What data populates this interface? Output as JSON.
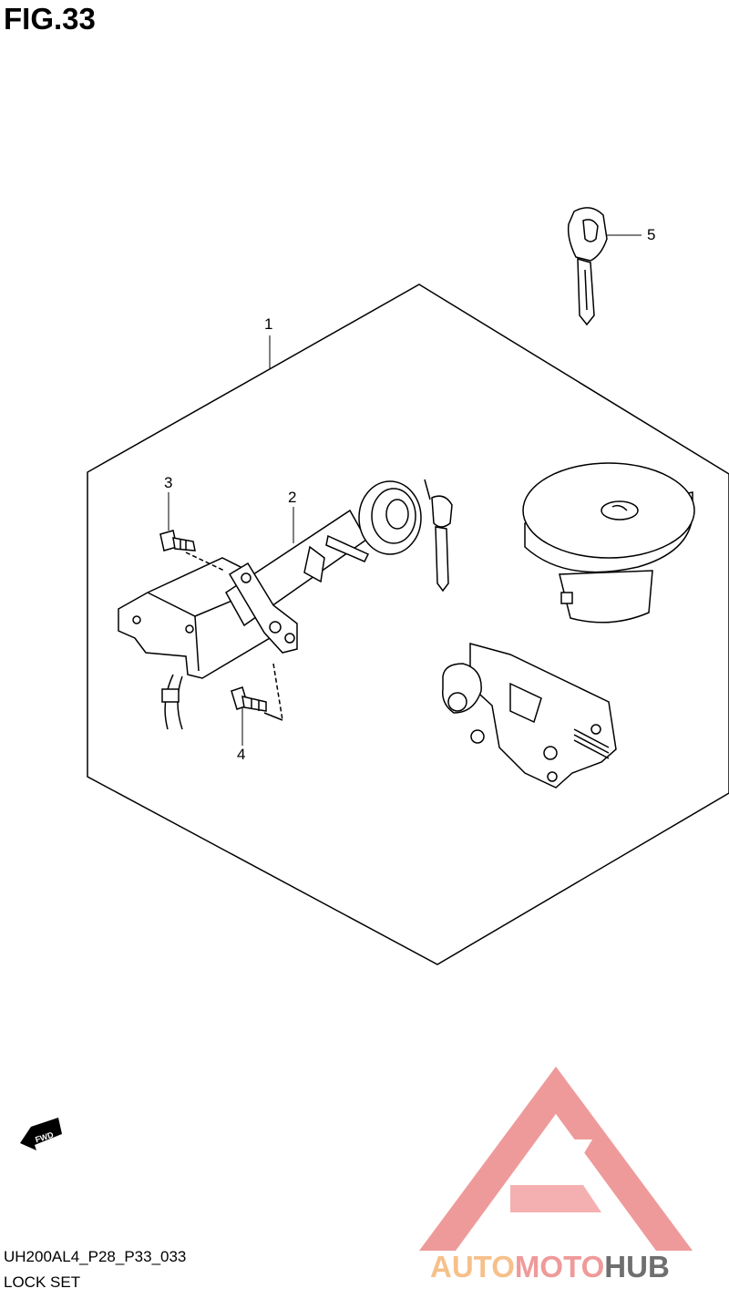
{
  "figure": {
    "title": "FIG.33",
    "code": "UH200AL4_P28_P33_033",
    "caption": "LOCK SET"
  },
  "callouts": [
    {
      "id": "callout-1",
      "label": "1"
    },
    {
      "id": "callout-2",
      "label": "2"
    },
    {
      "id": "callout-3",
      "label": "3"
    },
    {
      "id": "callout-4",
      "label": "4"
    },
    {
      "id": "callout-5",
      "label": "5"
    }
  ],
  "fwd_label": "FWD",
  "watermark": {
    "part1": "AUTO",
    "part2": "MOTO",
    "part3": "HUB",
    "colors": {
      "orange": "#f6c08a",
      "red": "#ef9a9a",
      "grey": "#6f6f6f"
    }
  }
}
